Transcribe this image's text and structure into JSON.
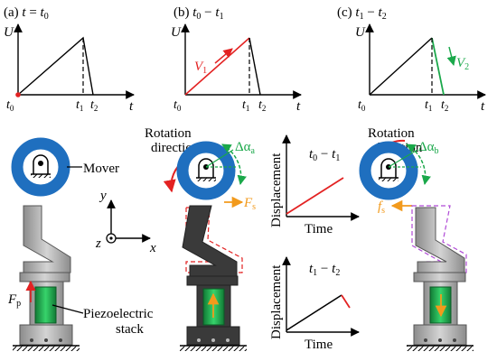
{
  "panels": [
    {
      "label": "(a)",
      "condition_var": "t",
      "condition_eq": " = ",
      "condition_t0": "t",
      "condition_t0_sub": "0",
      "axis_y": "U",
      "axis_x": "t",
      "ticks": [
        {
          "var": "t",
          "sub": "0"
        },
        {
          "var": "t",
          "sub": "1"
        },
        {
          "var": "t",
          "sub": "2"
        }
      ]
    },
    {
      "label": "(b)",
      "condition_a": "t",
      "condition_a_sub": "0",
      "condition_dash": " − ",
      "condition_b": "t",
      "condition_b_sub": "1",
      "axis_y": "U",
      "axis_x": "t",
      "velocity_var": "V",
      "velocity_sub": "1",
      "ticks": [
        {
          "var": "t",
          "sub": "0"
        },
        {
          "var": "t",
          "sub": "1"
        },
        {
          "var": "t",
          "sub": "2"
        }
      ]
    },
    {
      "label": "(c)",
      "condition_a": "t",
      "condition_a_sub": "1",
      "condition_dash": " − ",
      "condition_b": "t",
      "condition_b_sub": "2",
      "axis_y": "U",
      "axis_x": "t",
      "velocity_var": "V",
      "velocity_sub": "2",
      "ticks": [
        {
          "var": "t",
          "sub": "0"
        },
        {
          "var": "t",
          "sub": "1"
        },
        {
          "var": "t",
          "sub": "2"
        }
      ]
    }
  ],
  "labels": {
    "mover": "Mover",
    "piezo_line1": "Piezoelectric",
    "piezo_line2": "stack",
    "fp_var": "F",
    "fp_sub": "p",
    "axis_y": "y",
    "axis_z": "z",
    "axis_x": "x",
    "rotation_line1": "Rotation",
    "rotation_line2": "direction",
    "delta_alpha": "Δα",
    "delta_alpha_a_sub": "a",
    "delta_alpha_b_sub": "b",
    "fs_var": "F",
    "fs_sub": "s",
    "fs_small_var": "f",
    "fs_small_sub": "s"
  },
  "displacement_plots": [
    {
      "ylabel": "Displacement",
      "xlabel": "Time",
      "title_a": "t",
      "title_a_sub": "0",
      "title_dash": " − ",
      "title_b": "t",
      "title_b_sub": "1"
    },
    {
      "ylabel": "Displacement",
      "xlabel": "Time",
      "title_a": "t",
      "title_a_sub": "1",
      "title_dash": " − ",
      "title_b": "t",
      "title_b_sub": "2"
    }
  ],
  "colors": {
    "mover_blue": "#1f6fbf",
    "red": "#e32222",
    "green": "#1aa84a",
    "orange": "#f29a1c",
    "purple": "#b04ad6",
    "flexure_gray": "#a8a8a8",
    "flexure_dark": "#3a3a3a"
  }
}
